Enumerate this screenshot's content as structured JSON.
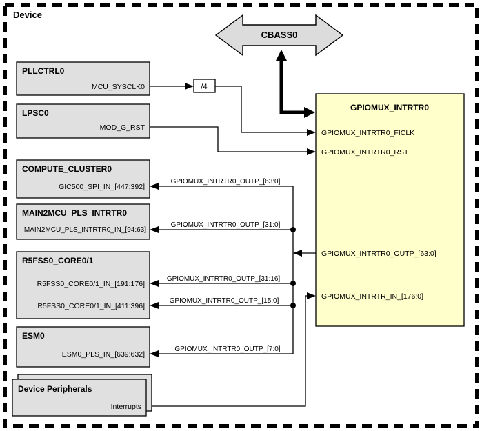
{
  "device_label": "Device",
  "bus": {
    "label": "CBASS0"
  },
  "divider": {
    "label": "/4"
  },
  "blocks": {
    "pllctrl0": {
      "title": "PLLCTRL0",
      "port": "MCU_SYSCLK0"
    },
    "lpsc0": {
      "title": "LPSC0",
      "port": "MOD_G_RST"
    },
    "compute_cluster0": {
      "title": "COMPUTE_CLUSTER0",
      "port": "GIC500_SPI_IN_[447:392]"
    },
    "main2mcu_pls_intrtr0": {
      "title": "MAIN2MCU_PLS_INTRTR0",
      "port": "MAIN2MCU_PLS_INTRTR0_IN_[94:63]"
    },
    "r5fss0_core01": {
      "title": "R5FSS0_CORE0/1",
      "port_upper": "R5FSS0_CORE0/1_IN_[191:176]",
      "port_lower": "R5FSS0_CORE0/1_IN_[411:396]"
    },
    "esm0": {
      "title": "ESM0",
      "port": "ESM0_PLS_IN_[639:632]"
    },
    "device_peripherals": {
      "title": "Device Peripherals",
      "port": "Interrupts"
    },
    "gpiomux_intrtr0": {
      "title": "GPIOMUX_INTRTR0",
      "port_ficlk": "GPIOMUX_INTRTR0_FICLK",
      "port_rst": "GPIOMUX_INTRTR0_RST",
      "port_outp": "GPIOMUX_INTRTR0_OUTP_[63:0]",
      "port_in": "GPIOMUX_INTRTR_IN_[176:0]"
    }
  },
  "wire_labels": {
    "outp_63_0": "GPIOMUX_INTRTR0_OUTP_[63:0]",
    "outp_31_0": "GPIOMUX_INTRTR0_OUTP_[31:0]",
    "outp_31_16": "GPIOMUX_INTRTR0_OUTP_[31:16]",
    "outp_15_0": "GPIOMUX_INTRTR0_OUTP_[15:0]",
    "outp_7_0": "GPIOMUX_INTRTR0_OUTP_[7:0]"
  },
  "colors": {
    "block_fill": "#e0e0e0",
    "bus_fill": "#dcdcdc",
    "router_fill": "#ffffcc",
    "divider_fill": "#ffffff",
    "line": "#000000",
    "background": "#ffffff"
  }
}
